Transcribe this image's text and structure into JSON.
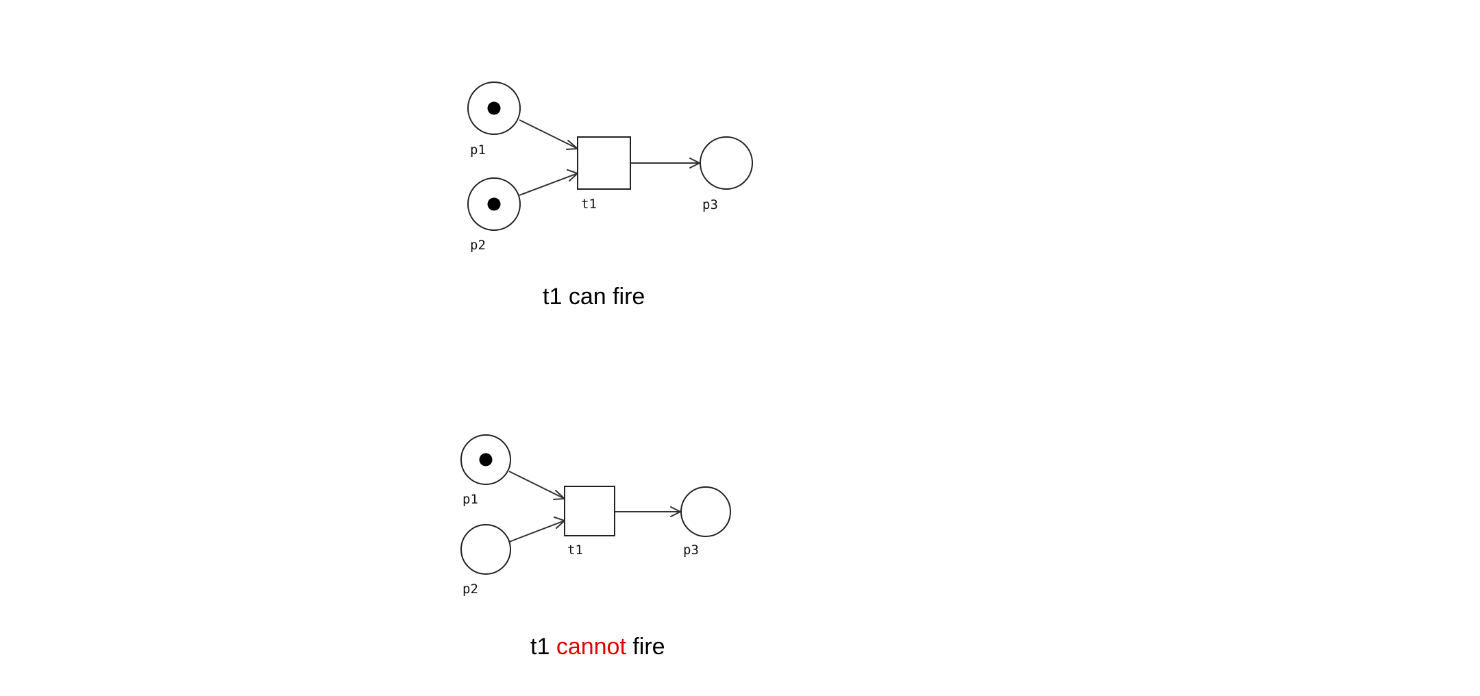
{
  "nets": [
    {
      "places": {
        "p1": {
          "label": "p1",
          "tokens": 1
        },
        "p2": {
          "label": "p2",
          "tokens": 1
        },
        "p3": {
          "label": "p3",
          "tokens": 0
        }
      },
      "transition": {
        "label": "t1"
      },
      "caption": {
        "before": "t1 ",
        "highlight": "",
        "after": "can fire"
      }
    },
    {
      "places": {
        "p1": {
          "label": "p1",
          "tokens": 1
        },
        "p2": {
          "label": "p2",
          "tokens": 0
        },
        "p3": {
          "label": "p3",
          "tokens": 0
        }
      },
      "transition": {
        "label": "t1"
      },
      "caption": {
        "before": "t1 ",
        "highlight": "cannot",
        "after": " fire"
      }
    }
  ],
  "colors": {
    "highlight": "#e00000"
  }
}
